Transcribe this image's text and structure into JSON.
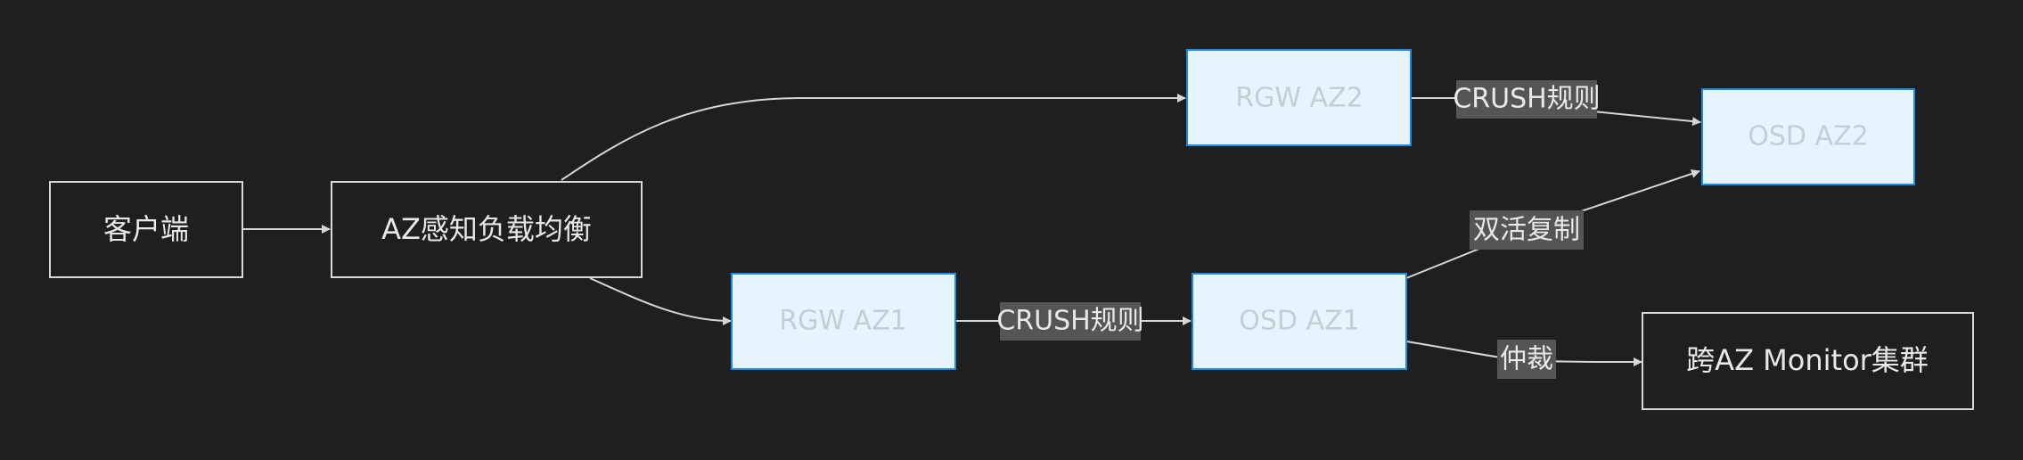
{
  "diagram": {
    "nodes": {
      "client": "客户端",
      "lb": "AZ感知负载均衡",
      "rgw_az2": "RGW AZ2",
      "osd_az2": "OSD AZ2",
      "rgw_az1": "RGW AZ1",
      "osd_az1": "OSD AZ1",
      "monitor": "跨AZ Monitor集群"
    },
    "edge_labels": {
      "crush_az2": "CRUSH规则",
      "crush_az1": "CRUSH规则",
      "active_active": "双活复制",
      "arbitration": "仲裁"
    },
    "colors": {
      "background": "#1f1f1f",
      "line": "#d6d6d6",
      "light_node_fill": "#e6f5fd",
      "light_node_border": "#1a8be6",
      "label_background": "#555555"
    }
  }
}
